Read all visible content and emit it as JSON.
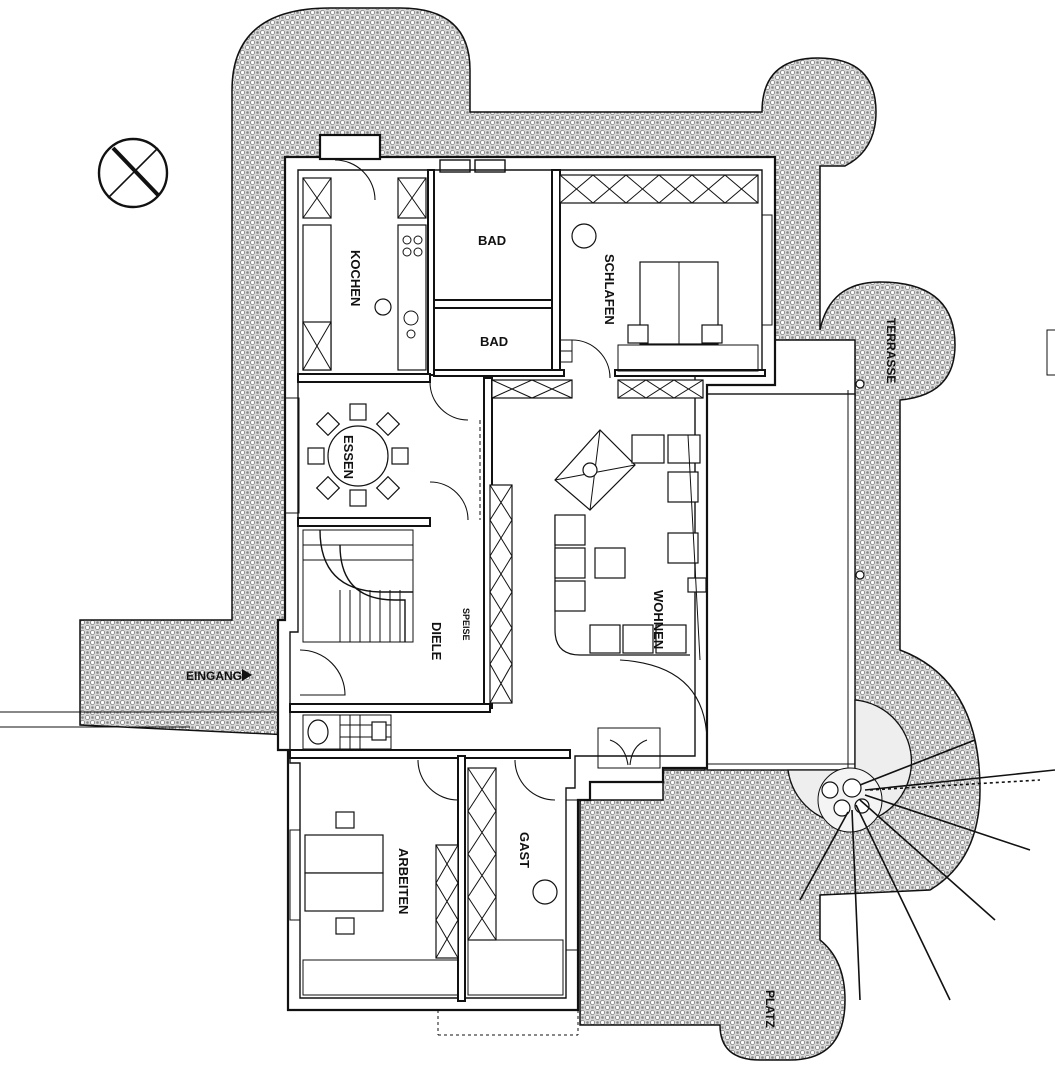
{
  "plan": {
    "rooms": {
      "kochen": "KOCHEN",
      "bad_1": "BAD",
      "bad_2": "BAD",
      "schlafen": "SCHLAFEN",
      "essen": "ESSEN",
      "speise": "SPEISE",
      "diele": "DIELE",
      "wohnen": "WOHNEN",
      "arbeiten": "ARBEITEN",
      "gast": "GAST"
    },
    "outdoor": {
      "terrasse": "TERRASSE",
      "eingang": "EINGANG",
      "platz": "PLATZ"
    }
  }
}
